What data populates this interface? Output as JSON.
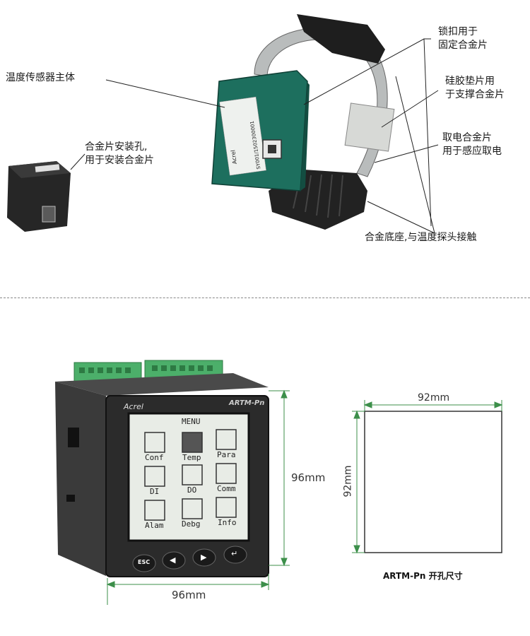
{
  "callouts": {
    "sensor_body": "温度传感器主体",
    "buckle_line1": "锁扣用于",
    "buckle_line2": "固定合金片",
    "silicone_line1": "硅胶垫片用",
    "silicone_line2": "于支撑合金片",
    "power_line1": "取电合金片",
    "power_line2": "用于感应取电",
    "mount_line1": "合金片安装孔,",
    "mount_line2": "用于安装合金片",
    "base": "合金底座,与温度探头接触"
  },
  "sensor_label": {
    "brand": "Acrel",
    "serial": "SY001/1502300001"
  },
  "device": {
    "brand": "Acrel",
    "model": "ARTM-Pn",
    "menu_title": "MENU",
    "menu_items": [
      "Conf",
      "Temp",
      "Para",
      "DI",
      "DO",
      "Comm",
      "Alam",
      "Debg",
      "Info"
    ],
    "buttons": [
      "ESC",
      "◀",
      "▶",
      "↵"
    ],
    "width_dim": "96mm",
    "height_dim": "96mm"
  },
  "cutout": {
    "width_dim": "92mm",
    "height_dim": "92mm",
    "caption": "ARTM-Pn 开孔尺寸"
  },
  "colors": {
    "sensor_green": "#1d6f5e",
    "terminal_green": "#4caf6a",
    "dimension_green": "#3c8f4a",
    "device_body": "#2b2b2b",
    "screen_bg": "#e8ece6"
  }
}
